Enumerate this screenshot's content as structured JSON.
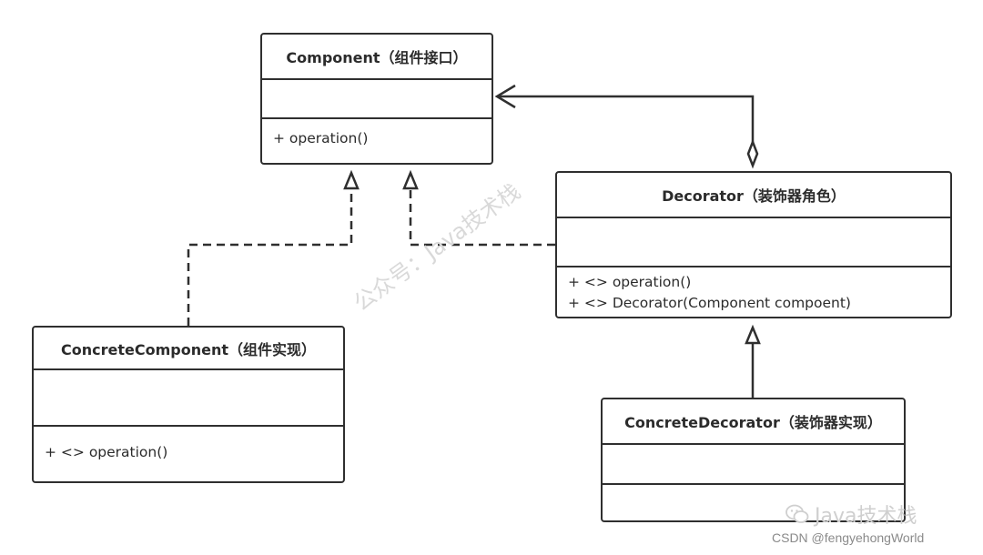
{
  "diagram": {
    "component": {
      "title": "Component（组件接口）",
      "operations": [
        "+ operation()"
      ]
    },
    "decorator": {
      "title": "Decorator（装饰器角色）",
      "operations": [
        "+ <> operation()",
        "+ <> Decorator(Component compoent)"
      ]
    },
    "concrete_component": {
      "title": "ConcreteComponent（组件实现）",
      "operations": [
        "+ <> operation()"
      ]
    },
    "concrete_decorator": {
      "title": "ConcreteDecorator（装饰器实现）",
      "operations": []
    }
  },
  "watermark": {
    "diagonal_text": "公众号：Java技术栈",
    "brand_text": "Java技术栈",
    "credit_text": "CSDN @fengyehongWorld"
  },
  "colors": {
    "line": "#2f2f2f",
    "watermark": "#d9d9d9"
  }
}
